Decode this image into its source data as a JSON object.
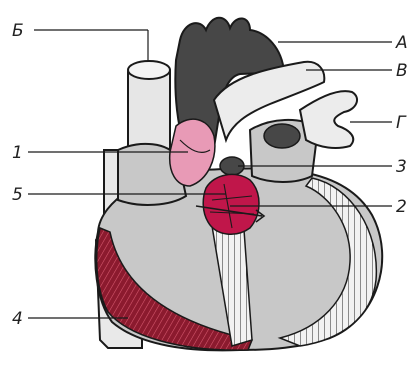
{
  "labels": {
    "A": "А",
    "B_cyr": "Б",
    "V": "В",
    "G": "Г",
    "n1": "1",
    "n2": "2",
    "n3": "3",
    "n4": "4",
    "n5": "5"
  },
  "colors": {
    "outline": "#1a1a1a",
    "chamber": "#c8c8c8",
    "vessel_light": "#e9e9e9",
    "aorta_dark": "#474747",
    "pink": "#e89ab6",
    "crimson": "#c0164a",
    "wall_dark_red": "#8b1a2e"
  }
}
